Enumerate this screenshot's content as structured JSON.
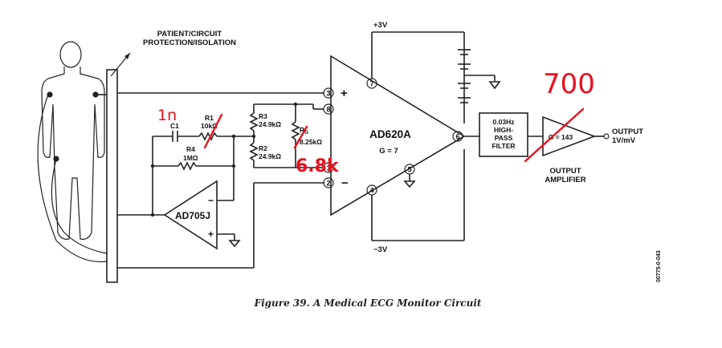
{
  "figure_caption": "Figure 39. A Medical ECG Monitor Circuit",
  "doc_code": "00775-0-043",
  "colors": {
    "ink": "#222222",
    "annotation": "#e8101f",
    "background": "#ffffff"
  },
  "labels": {
    "protection_line1": "PATIENT/CIRCUIT",
    "protection_line2": "PROTECTION/ISOLATION",
    "supply_pos": "+3V",
    "supply_neg": "−3V",
    "ic_main": "AD620A",
    "ic_main_gain": "G = 7",
    "ic_aux": "AD705J",
    "r1_name": "R1",
    "r1_value": "10kΩ",
    "c1_name": "C1",
    "r4_name": "R4",
    "r4_value": "1MΩ",
    "r3_name": "R3",
    "r3_value": "24.9kΩ",
    "r2_name": "R2",
    "r2_value": "24.9kΩ",
    "rg_name": "R",
    "rg_sub": "G",
    "rg_value": "8.25kΩ",
    "filter_line1": "0.03Hz",
    "filter_line2": "HIGH-",
    "filter_line3": "PASS",
    "filter_line4": "FILTER",
    "amp_gain": "G = 143",
    "amp_line1": "OUTPUT",
    "amp_line2": "AMPLIFIER",
    "output_line1": "OUTPUT",
    "output_line2": "1V/mV",
    "plus": "+",
    "minus": "−"
  },
  "pins": {
    "p3": "3",
    "p8": "8",
    "p1": "1",
    "p2": "2",
    "p7": "7",
    "p6": "6",
    "p5": "5",
    "p4": "4"
  },
  "annotations": {
    "c1_note": "1n",
    "rg_note": "6.8k",
    "gain_note": "700"
  }
}
